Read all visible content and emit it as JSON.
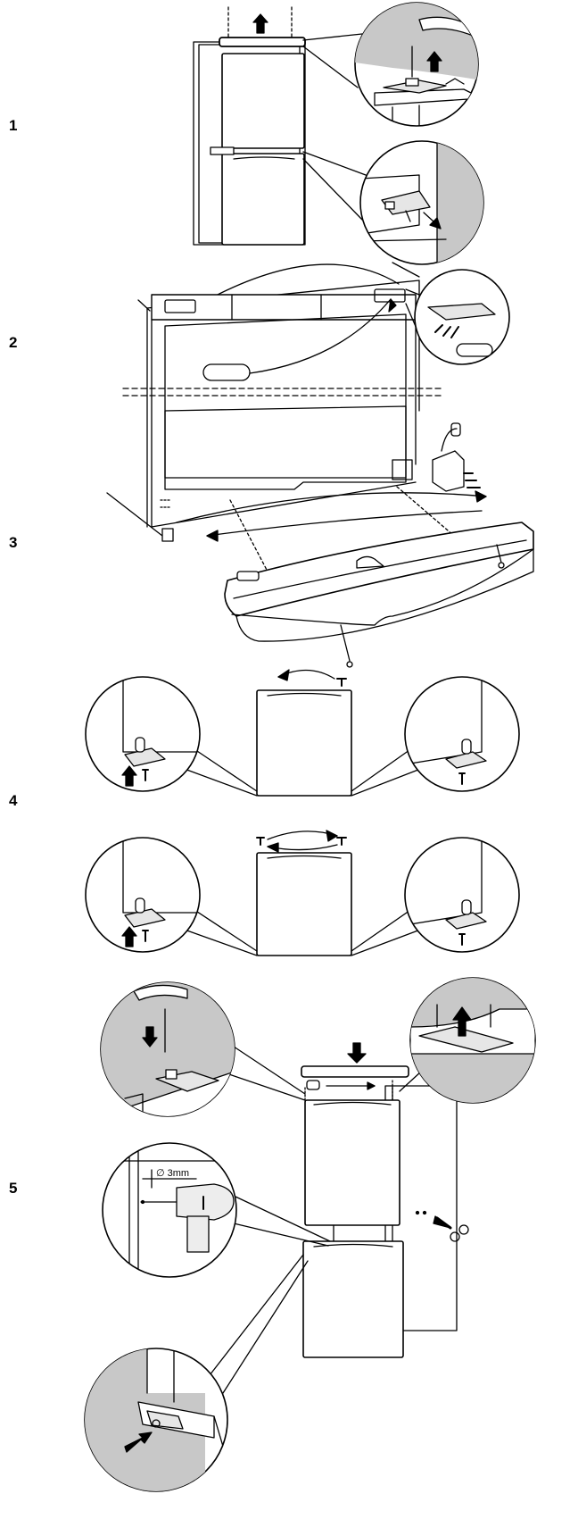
{
  "steps": [
    {
      "number": "1"
    },
    {
      "number": "2"
    },
    {
      "number": "3"
    },
    {
      "number": "4"
    },
    {
      "number": "5"
    }
  ],
  "drill_label": "∅ 3mm",
  "colors": {
    "line": "#000000",
    "gray": "#b3b3b3",
    "light_gray": "#d9d9d9",
    "background": "#ffffff"
  },
  "icons": [
    "arrow-up-icon",
    "arrow-down-icon",
    "screw-icon",
    "hinge-icon",
    "drill-icon"
  ]
}
